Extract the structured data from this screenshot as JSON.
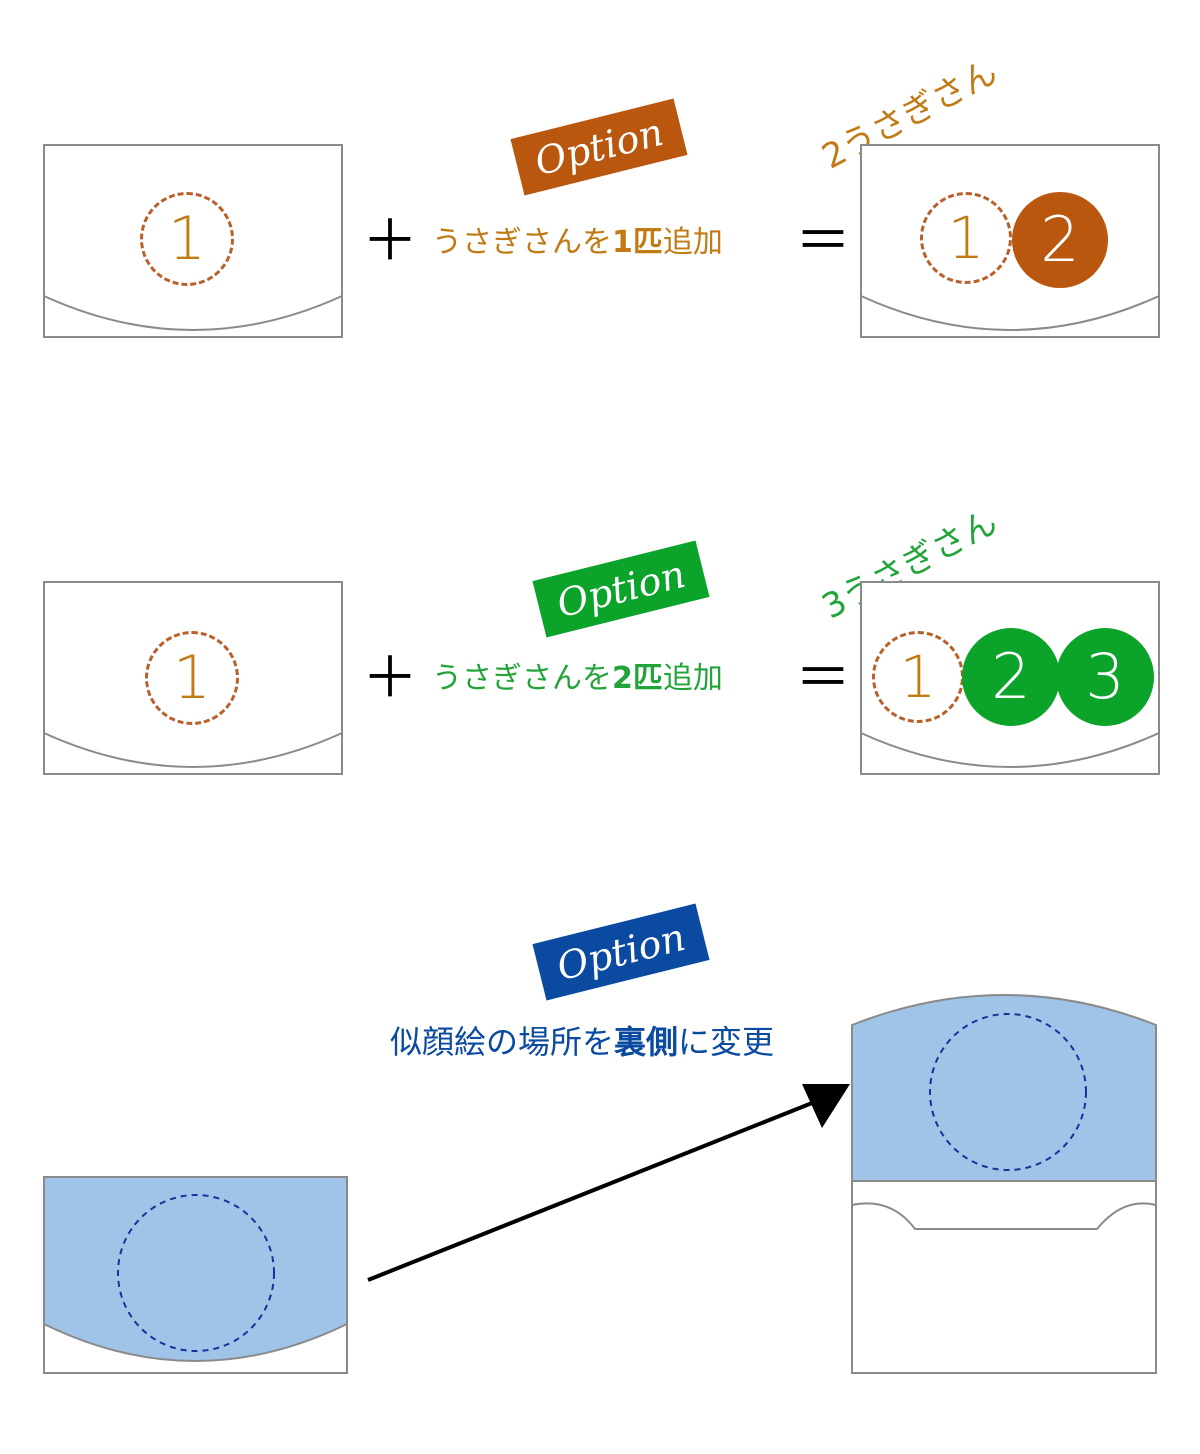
{
  "colors": {
    "frame": "#8a8a8a",
    "orange": "#b9570f",
    "orange_text": "#c17a14",
    "dashed_orange": "#b9602a",
    "green": "#0ba32a",
    "green_text": "#23a43a",
    "blue": "#0a4aa0",
    "light_blue": "#9fc4e8",
    "dashed_blue": "#1c2f9a"
  },
  "row1": {
    "base_number": "1",
    "plus": "＋",
    "tag": "Option",
    "caption_pre": "うさぎさんを",
    "caption_bold": "1匹",
    "caption_post": "追加",
    "equals": "＝",
    "result_label": "2うさぎさん",
    "result_numbers": [
      "1",
      "2"
    ]
  },
  "row2": {
    "base_number": "1",
    "plus": "＋",
    "tag": "Option",
    "caption_pre": "うさぎさんを",
    "caption_bold": "2匹",
    "caption_post": "追加",
    "equals": "＝",
    "result_label": "3うさぎさん",
    "result_numbers": [
      "1",
      "2",
      "3"
    ]
  },
  "row3": {
    "tag": "Option",
    "caption_pre": "似顔絵の場所を",
    "caption_bold": "裏側",
    "caption_post": "に変更",
    "icon": "arrow-right-icon"
  }
}
